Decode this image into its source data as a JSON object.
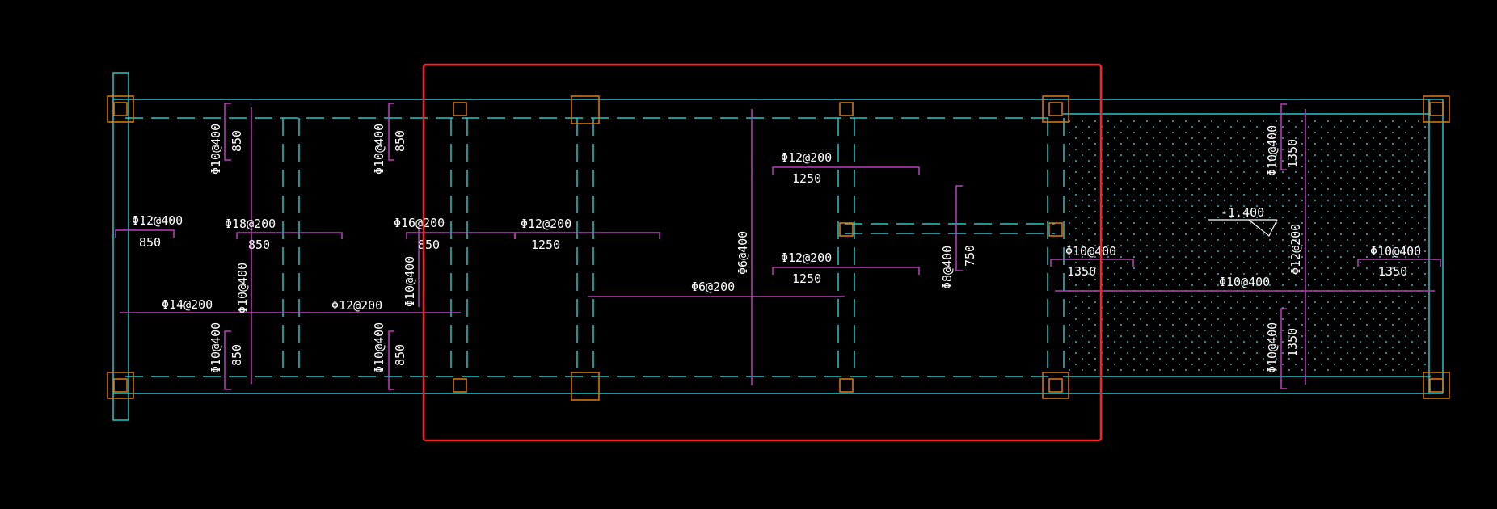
{
  "drawing": {
    "colors": {
      "background": "#000000",
      "beam_line": "#22c7c7",
      "rebar_line": "#c13cc1",
      "column": "#e17b16",
      "selection": "#ff2020",
      "text": "#ffffff",
      "hatch_dot": "#2fb6d6"
    },
    "elevation": "-1.400",
    "labels": {
      "l1": "Φ10@400",
      "l2": "850",
      "l3": "Φ10@400",
      "l4": "850",
      "l5": "Φ12@400",
      "l6": "850",
      "l7": "Φ18@200",
      "l8": "850",
      "l9": "Φ16@200",
      "l10": "850",
      "l11": "Φ12@200",
      "l12": "1250",
      "l13": "Φ12@200",
      "l14": "1250",
      "l15": "Φ6@400",
      "l16": "Φ12@200",
      "l17": "1250",
      "l18": "Φ6@200",
      "l19": "Φ8@400",
      "l20": "750",
      "l21": "Φ14@200",
      "l22": "Φ12@200",
      "l23": "Φ10@400",
      "l24": "Φ10@400",
      "l25": "Φ10@400",
      "l26": "850",
      "l27": "Φ10@400",
      "l28": "850",
      "l29": "Φ10@400",
      "l30": "1350",
      "l31": "Φ12@200",
      "l32": "Φ10@400",
      "l33": "1350",
      "l34": "Φ10@400",
      "l35": "Φ10@400",
      "l36": "1350",
      "l37": "Φ10@400",
      "l38": "1350"
    }
  }
}
